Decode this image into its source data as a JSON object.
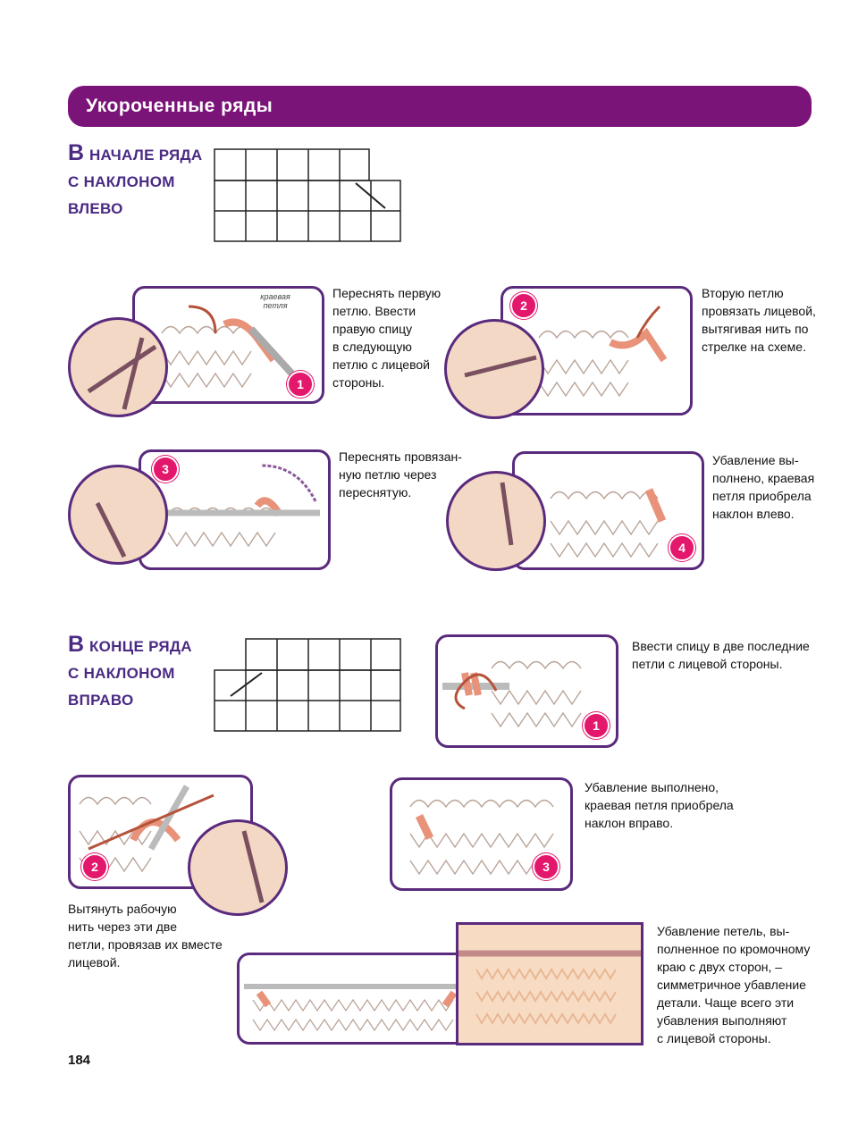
{
  "banner": {
    "title": "Укороченные ряды"
  },
  "section1": {
    "heading_first": "В",
    "heading_rest": "начале ряда",
    "heading_line2": "с наклоном",
    "heading_line3": "влево"
  },
  "section2": {
    "heading_first": "В",
    "heading_rest": "конце ряда",
    "heading_line2": "с наклоном",
    "heading_line3": "вправо"
  },
  "steps1": {
    "s1": {
      "badge": "1",
      "label": "краевая петля",
      "text": [
        "Переснять первую",
        "петлю. Ввести",
        "правую спицу",
        "в следующую",
        "петлю с лицевой",
        "стороны."
      ]
    },
    "s2": {
      "badge": "2",
      "text": [
        "Вторую петлю",
        "провязать лицевой,",
        "вытягивая нить по",
        "стрелке на схеме."
      ]
    },
    "s3": {
      "badge": "3",
      "text": [
        "Переснять провязан-",
        "ную петлю через",
        "переснятую."
      ]
    },
    "s4": {
      "badge": "4",
      "text": [
        "Убавление вы-",
        "полнено, краевая",
        "петля приобрела",
        "наклон влево."
      ]
    }
  },
  "steps2": {
    "s1": {
      "badge": "1",
      "text": [
        "Ввести спицу в две последние",
        "петли с лицевой стороны."
      ]
    },
    "s2": {
      "badge": "2",
      "text": [
        "Вытянуть рабочую",
        "нить через эти две",
        "петли, провязав их вместе",
        "лицевой."
      ]
    },
    "s3": {
      "badge": "3",
      "text": [
        "Убавление выполнено,",
        "краевая петля приобрела",
        "наклон вправо."
      ]
    }
  },
  "final": {
    "text": [
      "Убавление петель, вы-",
      "полненное по кромочному",
      "краю с двух сторон, –",
      "симметричное убавление",
      "детали. Чаще всего эти",
      "убавления выполняют",
      "с лицевой стороны."
    ]
  },
  "page_number": "184",
  "colors": {
    "banner": "#7b1478",
    "heading": "#4a2a83",
    "frame": "#5a2a7d",
    "badge": "#e3186c",
    "loop": "#e8927a",
    "yarn": "#f3d4b6"
  },
  "icons": {
    "arrow": "curved-arrow-icon",
    "needle": "knitting-needle-icon"
  }
}
